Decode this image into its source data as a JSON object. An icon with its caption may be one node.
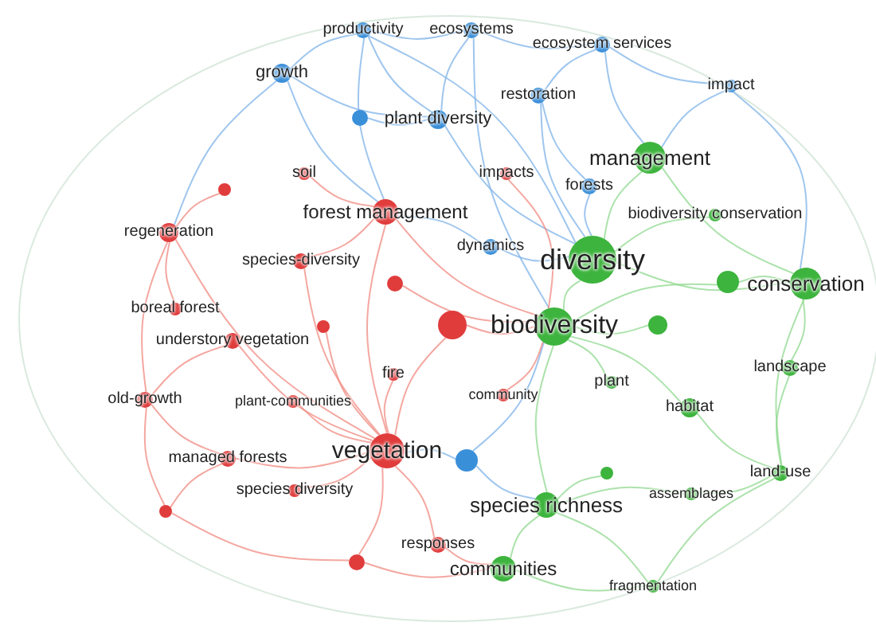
{
  "diagram": {
    "nodes": [
      {
        "text": [
          "productivity"
        ]
      },
      {
        "text": [
          "ecosystems"
        ]
      },
      {
        "text": [
          "ecosystem services"
        ]
      },
      {
        "text": [
          "growth"
        ]
      },
      {
        "text": [
          "plant diversity"
        ]
      },
      {
        "text": [
          "restoration"
        ]
      },
      {
        "text": [
          "impact"
        ]
      },
      {
        "text": [
          "forests"
        ]
      },
      {
        "text": [
          "dynamics"
        ]
      },
      {
        "text": [],
        "shape": "circle"
      },
      {
        "text": [],
        "shape": "circle"
      },
      {
        "text": [
          "soil"
        ]
      },
      {
        "text": [],
        "shape": "circle"
      },
      {
        "text": [
          "forest management"
        ]
      },
      {
        "text": [
          "impacts"
        ]
      },
      {
        "text": [
          "regeneration"
        ]
      },
      {
        "text": [
          "species-diversity"
        ]
      },
      {
        "text": [],
        "shape": "circle"
      },
      {
        "text": [
          "boreal forest"
        ]
      },
      {
        "text": [],
        "shape": "circle"
      },
      {
        "text": [
          "understory vegetation"
        ]
      },
      {
        "text": [],
        "shape": "circle"
      },
      {
        "text": [
          "old-growth"
        ]
      },
      {
        "text": [
          "plant-communities"
        ]
      },
      {
        "text": [
          "fire"
        ]
      },
      {
        "text": [
          "community"
        ]
      },
      {
        "text": [
          "vegetation"
        ]
      },
      {
        "text": [
          "managed forests"
        ]
      },
      {
        "text": [
          "species diversity"
        ]
      },
      {
        "text": [],
        "shape": "circle"
      },
      {
        "text": [
          "responses"
        ]
      },
      {
        "text": [],
        "shape": "circle"
      },
      {
        "text": [
          "management"
        ]
      },
      {
        "text": [
          "biodiversity conservation"
        ]
      },
      {
        "text": [
          "diversity"
        ]
      },
      {
        "text": [
          "conservation"
        ]
      },
      {
        "text": [],
        "shape": "circle"
      },
      {
        "text": [
          "biodiversity"
        ]
      },
      {
        "text": [],
        "shape": "circle"
      },
      {
        "text": [
          "plant"
        ]
      },
      {
        "text": [
          "landscape"
        ]
      },
      {
        "text": [
          "habitat"
        ]
      },
      {
        "text": [],
        "shape": "circle"
      },
      {
        "text": [
          "species richness"
        ]
      },
      {
        "text": [
          "assemblages"
        ]
      },
      {
        "text": [
          "land-use"
        ]
      },
      {
        "text": [
          "communities"
        ]
      },
      {
        "text": [
          "fragmentation"
        ]
      }
    ],
    "edges": [
      {
        "from": 0,
        "to": 3,
        "arrow": "none",
        "color": "#7fb3e8"
      },
      {
        "from": 0,
        "to": 1,
        "arrow": "none",
        "color": "#7fb3e8"
      },
      {
        "from": 0,
        "to": 4,
        "arrow": "none",
        "color": "#7fb3e8"
      },
      {
        "from": 0,
        "to": 34,
        "arrow": "none",
        "color": "#7fb3e8"
      },
      {
        "from": 0,
        "to": 13,
        "arrow": "none",
        "color": "#7fb3e8"
      },
      {
        "from": 1,
        "to": 2,
        "arrow": "none",
        "color": "#7fb3e8"
      },
      {
        "from": 1,
        "to": 4,
        "arrow": "none",
        "color": "#7fb3e8"
      },
      {
        "from": 1,
        "to": 37,
        "arrow": "none",
        "color": "#7fb3e8"
      },
      {
        "from": 2,
        "to": 5,
        "arrow": "none",
        "color": "#7fb3e8"
      },
      {
        "from": 2,
        "to": 6,
        "arrow": "none",
        "color": "#7fb3e8"
      },
      {
        "from": 2,
        "to": 32,
        "arrow": "none",
        "color": "#7fb3e8"
      },
      {
        "from": 3,
        "to": 4,
        "arrow": "none",
        "color": "#7fb3e8"
      },
      {
        "from": 3,
        "to": 13,
        "arrow": "none",
        "color": "#7fb3e8"
      },
      {
        "from": 3,
        "to": 15,
        "arrow": "none",
        "color": "#7fb3e8"
      },
      {
        "from": 4,
        "to": 34,
        "arrow": "none",
        "color": "#7fb3e8"
      },
      {
        "from": 5,
        "to": 7,
        "arrow": "none",
        "color": "#7fb3e8"
      },
      {
        "from": 5,
        "to": 34,
        "arrow": "none",
        "color": "#7fb3e8"
      },
      {
        "from": 6,
        "to": 32,
        "arrow": "none",
        "color": "#7fb3e8"
      },
      {
        "from": 6,
        "to": 35,
        "arrow": "none",
        "color": "#7fb3e8"
      },
      {
        "from": 7,
        "to": 34,
        "arrow": "none",
        "color": "#7fb3e8"
      },
      {
        "from": 8,
        "to": 34,
        "arrow": "none",
        "color": "#7fb3e8"
      },
      {
        "from": 8,
        "to": 13,
        "arrow": "none",
        "color": "#7fb3e8"
      },
      {
        "from": 9,
        "to": 4,
        "arrow": "none",
        "color": "#7fb3e8"
      },
      {
        "from": 10,
        "to": 37,
        "arrow": "none",
        "color": "#7fb3e8"
      },
      {
        "from": 10,
        "to": 26,
        "arrow": "none",
        "color": "#7fb3e8"
      },
      {
        "from": 10,
        "to": 43,
        "arrow": "none",
        "color": "#7fb3e8"
      },
      {
        "from": 11,
        "to": 13,
        "arrow": "none",
        "color": "#f08a80"
      },
      {
        "from": 12,
        "to": 15,
        "arrow": "none",
        "color": "#f08a80"
      },
      {
        "from": 13,
        "to": 26,
        "arrow": "none",
        "color": "#f08a80"
      },
      {
        "from": 13,
        "to": 37,
        "arrow": "none",
        "color": "#f08a80"
      },
      {
        "from": 14,
        "to": 37,
        "arrow": "none",
        "color": "#f08a80"
      },
      {
        "from": 15,
        "to": 26,
        "arrow": "none",
        "color": "#f08a80"
      },
      {
        "from": 15,
        "to": 18,
        "arrow": "none",
        "color": "#f08a80"
      },
      {
        "from": 15,
        "to": 22,
        "arrow": "none",
        "color": "#f08a80"
      },
      {
        "from": 16,
        "to": 13,
        "arrow": "none",
        "color": "#f08a80"
      },
      {
        "from": 16,
        "to": 26,
        "arrow": "none",
        "color": "#f08a80"
      },
      {
        "from": 17,
        "to": 37,
        "arrow": "none",
        "color": "#f08a80"
      },
      {
        "from": 19,
        "to": 26,
        "arrow": "none",
        "color": "#f08a80"
      },
      {
        "from": 20,
        "to": 26,
        "arrow": "none",
        "color": "#f08a80"
      },
      {
        "from": 20,
        "to": 22,
        "arrow": "none",
        "color": "#f08a80"
      },
      {
        "from": 21,
        "to": 26,
        "arrow": "none",
        "color": "#f08a80"
      },
      {
        "from": 21,
        "to": 37,
        "arrow": "none",
        "color": "#f08a80"
      },
      {
        "from": 22,
        "to": 27,
        "arrow": "none",
        "color": "#f08a80"
      },
      {
        "from": 22,
        "to": 29,
        "arrow": "none",
        "color": "#f08a80"
      },
      {
        "from": 23,
        "to": 26,
        "arrow": "none",
        "color": "#f08a80"
      },
      {
        "from": 24,
        "to": 26,
        "arrow": "none",
        "color": "#f08a80"
      },
      {
        "from": 25,
        "to": 37,
        "arrow": "none",
        "color": "#f08a80"
      },
      {
        "from": 27,
        "to": 26,
        "arrow": "none",
        "color": "#f08a80"
      },
      {
        "from": 27,
        "to": 29,
        "arrow": "none",
        "color": "#f08a80"
      },
      {
        "from": 28,
        "to": 26,
        "arrow": "none",
        "color": "#f08a80"
      },
      {
        "from": 29,
        "to": 31,
        "arrow": "none",
        "color": "#f08a80"
      },
      {
        "from": 30,
        "to": 26,
        "arrow": "none",
        "color": "#f08a80"
      },
      {
        "from": 30,
        "to": 46,
        "arrow": "none",
        "color": "#f08a80"
      },
      {
        "from": 31,
        "to": 26,
        "arrow": "none",
        "color": "#f08a80"
      },
      {
        "from": 31,
        "to": 46,
        "arrow": "none",
        "color": "#f08a80"
      },
      {
        "from": 32,
        "to": 34,
        "arrow": "none",
        "color": "#8fd88f"
      },
      {
        "from": 32,
        "to": 35,
        "arrow": "none",
        "color": "#8fd88f"
      },
      {
        "from": 33,
        "to": 34,
        "arrow": "none",
        "color": "#8fd88f"
      },
      {
        "from": 34,
        "to": 37,
        "arrow": "none",
        "color": "#8fd88f"
      },
      {
        "from": 34,
        "to": 35,
        "arrow": "none",
        "color": "#8fd88f"
      },
      {
        "from": 35,
        "to": 36,
        "arrow": "none",
        "color": "#8fd88f"
      },
      {
        "from": 36,
        "to": 37,
        "arrow": "none",
        "color": "#8fd88f"
      },
      {
        "from": 37,
        "to": 38,
        "arrow": "none",
        "color": "#8fd88f"
      },
      {
        "from": 37,
        "to": 43,
        "arrow": "none",
        "color": "#8fd88f"
      },
      {
        "from": 39,
        "to": 37,
        "arrow": "none",
        "color": "#8fd88f"
      },
      {
        "from": 40,
        "to": 35,
        "arrow": "none",
        "color": "#8fd88f"
      },
      {
        "from": 40,
        "to": 45,
        "arrow": "none",
        "color": "#8fd88f"
      },
      {
        "from": 41,
        "to": 37,
        "arrow": "none",
        "color": "#8fd88f"
      },
      {
        "from": 41,
        "to": 45,
        "arrow": "none",
        "color": "#8fd88f"
      },
      {
        "from": 42,
        "to": 43,
        "arrow": "none",
        "color": "#8fd88f"
      },
      {
        "from": 43,
        "to": 46,
        "arrow": "none",
        "color": "#8fd88f"
      },
      {
        "from": 44,
        "to": 45,
        "arrow": "none",
        "color": "#8fd88f"
      },
      {
        "from": 44,
        "to": 43,
        "arrow": "none",
        "color": "#8fd88f"
      },
      {
        "from": 45,
        "to": 47,
        "arrow": "none",
        "color": "#8fd88f"
      },
      {
        "from": 46,
        "to": 47,
        "arrow": "none",
        "color": "#8fd88f"
      },
      {
        "from": 47,
        "to": 43,
        "arrow": "none",
        "color": "#8fd88f"
      },
      {
        "from": 35,
        "to": 45,
        "arrow": "none",
        "color": "#8fd88f"
      }
    ]
  }
}
